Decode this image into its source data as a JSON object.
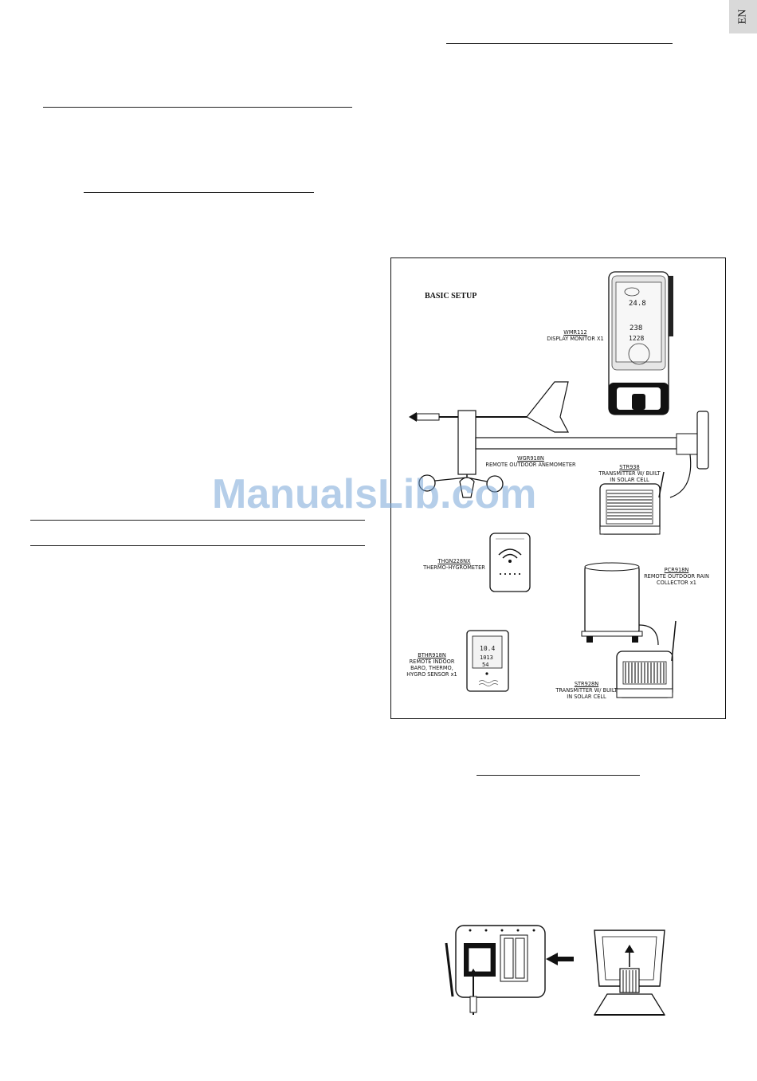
{
  "page": {
    "tab_label": "EN",
    "watermark": "ManualsLib.com"
  },
  "figure": {
    "heading": "BASIC SETUP",
    "parts": [
      {
        "model": "WMR112",
        "desc": "DISPLAY MONITOR X1"
      },
      {
        "model": "WGR918N",
        "desc": "REMOTE OUTDOOR ANEMOMETER"
      },
      {
        "model": "STR938",
        "desc": "TRANSMITTER W/ BUILT IN SOLAR CELL"
      },
      {
        "model": "THGN228NX",
        "desc": "THERMO-HYGROMETER"
      },
      {
        "model": "PCR918N",
        "desc": "REMOTE OUTDOOR RAIN COLLECTOR x1"
      },
      {
        "model": "BTHR918N",
        "desc": "REMOTE INDOOR BARO, THERMO, HYGRO SENSOR x1"
      },
      {
        "model": "STR928N",
        "desc": "TRANSMITTER W/ BUILT IN SOLAR CELL"
      }
    ]
  }
}
